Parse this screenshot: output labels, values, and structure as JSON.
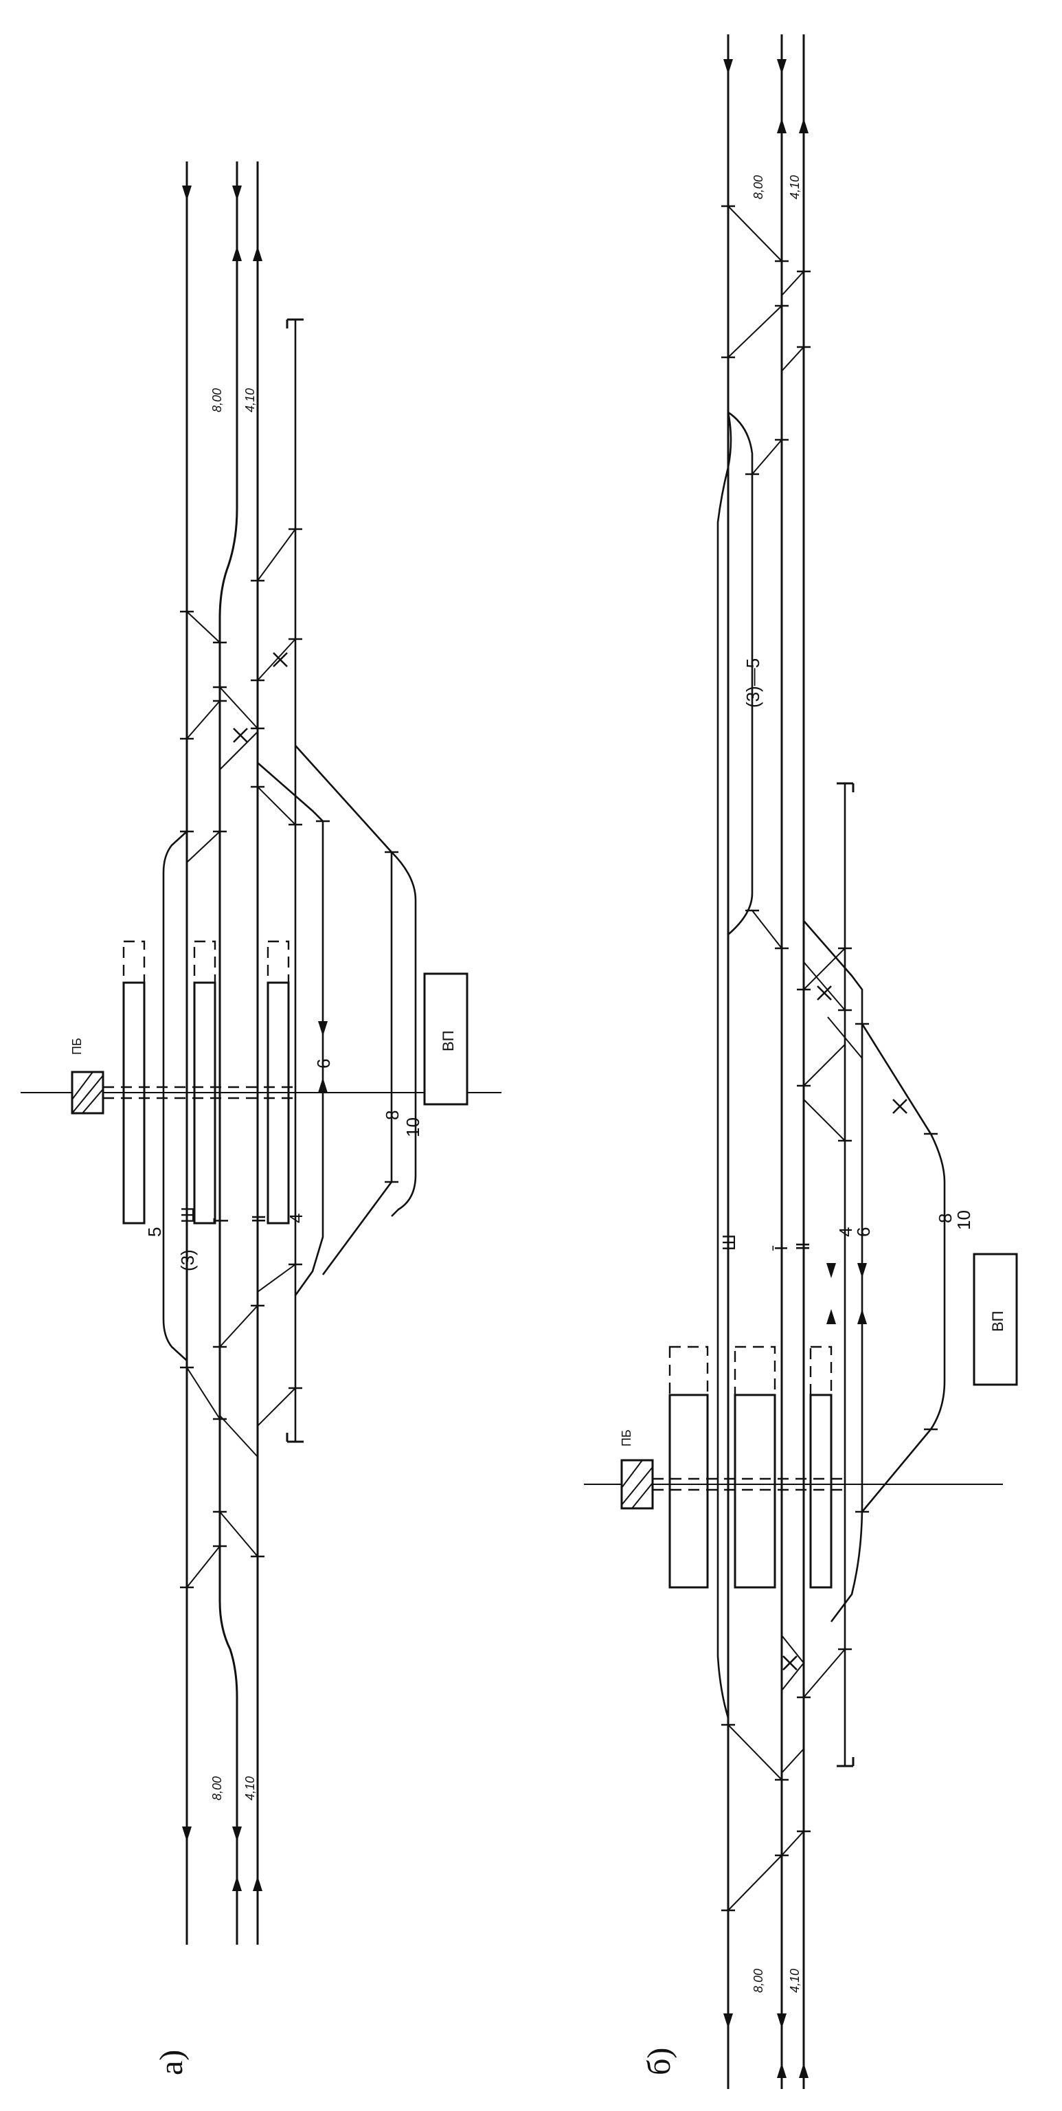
{
  "panels": [
    {
      "letter": "а)",
      "track_labels": {
        "t5": "5",
        "t3": "(3)",
        "tIII": "Ш",
        "tI": "Ī",
        "tII": "Ⅱ",
        "t4": "4",
        "t6": "6",
        "t8": "8",
        "t10": "10"
      },
      "building_label": "ПБ",
      "depot_label": "ВП",
      "spacing_labels": {
        "upper_a": "8,00",
        "upper_b": "4,10",
        "lower_a": "8,00",
        "lower_b": "4,10"
      }
    },
    {
      "letter": "б)",
      "track_labels": {
        "t35": "(3)—5",
        "tIII": "Ш",
        "tI": "Ī",
        "tII": "Ⅱ",
        "t4": "4",
        "t6": "6",
        "t8": "8",
        "t10": "10"
      },
      "building_label": "ПБ",
      "depot_label": "ВП",
      "spacing_labels": {
        "upper_a": "8,00",
        "upper_b": "4,10",
        "lower_a": "8,00",
        "lower_b": "4,10"
      }
    }
  ]
}
